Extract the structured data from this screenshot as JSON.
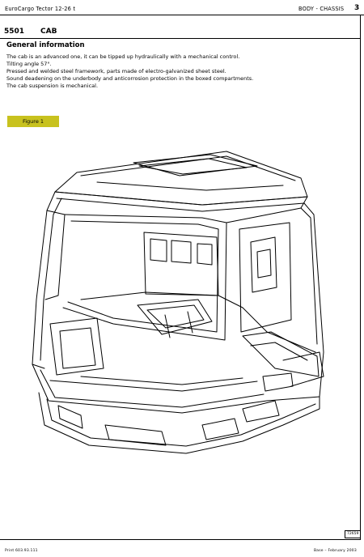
{
  "header": {
    "left": "EuroCargo Tector 12-26 t",
    "right": "BODY - CHASSIS",
    "page_number": "3"
  },
  "section": {
    "number": "5501",
    "title": "CAB"
  },
  "content": {
    "heading": "General information",
    "lines": [
      "The cab is an advanced one, it can be tipped up hydraulically with a mechanical control.",
      "Tilting angle 57°.",
      "Pressed and welded steel framework, parts made of electro-galvanized sheet steel.",
      "Sound deadening on the underbody and anticorrosion protection in the boxed compartments.",
      "The cab suspension is mechanical."
    ]
  },
  "figure": {
    "label": "Figure 1",
    "code": "72659",
    "label_color": "#c8c21e"
  },
  "footer": {
    "left": "Print 603.93.111",
    "right": "Base – February 2003"
  }
}
